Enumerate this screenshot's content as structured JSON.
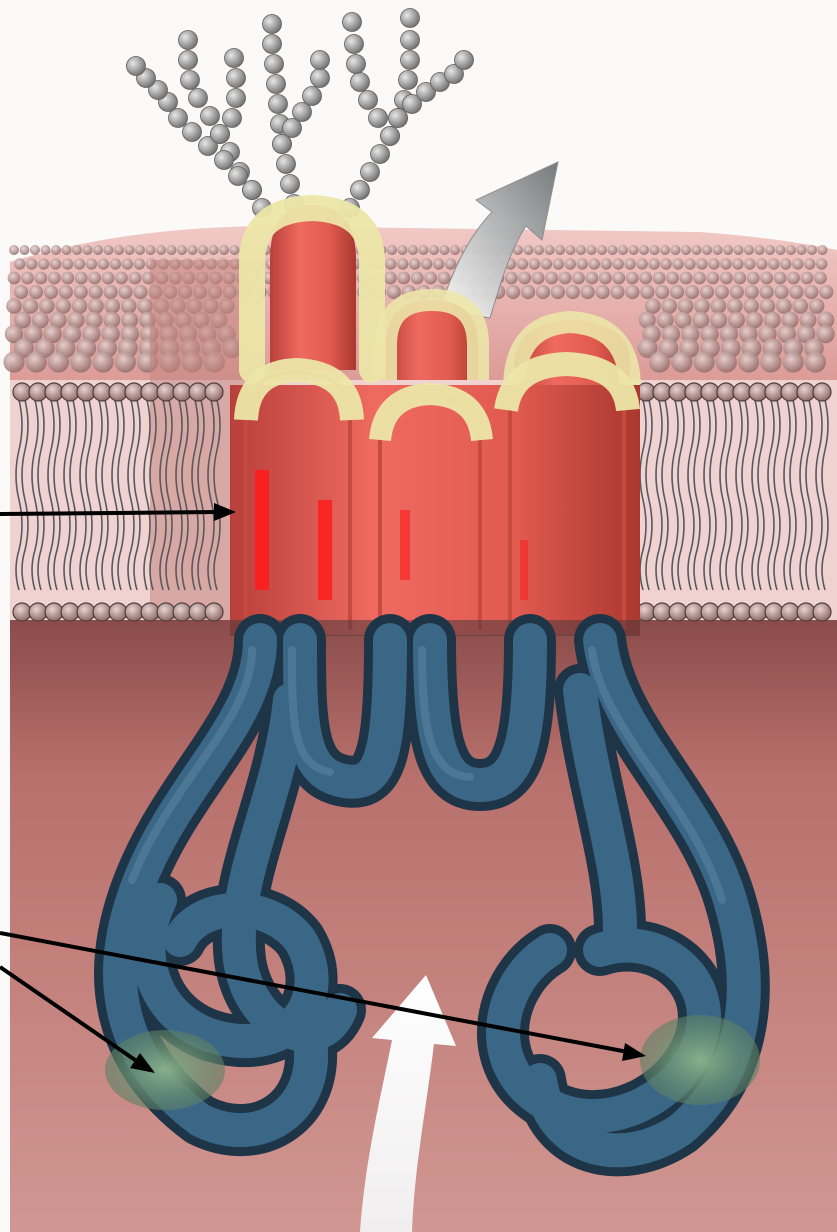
{
  "figure": {
    "colors": {
      "background": "#fbfaf8",
      "cytoplasm": "#c98a84",
      "cytoplasm_dark": "#8f4e4c",
      "membrane_top": "#e8b0ad",
      "lipid_head": "#a77d7a",
      "lipid_tail": "#555a60",
      "transmembrane_helix": "#e0584f",
      "helix_highlight": "#ff1a1a",
      "loop_cap": "#ece6a8",
      "cytoplasmic_domain": "#2f4f68",
      "atp_site": "#6e9a76",
      "glycan": "#9a9a9a",
      "transport_arrow_out": "#808486",
      "transport_arrow_in": "#ffffff",
      "pointer_line": "#000000"
    },
    "parts": [
      "glycan-chain",
      "lipid-bilayer",
      "transmembrane-domain",
      "cytoplasmic-domain",
      "nucleotide-binding-domain",
      "transport-arrow"
    ]
  }
}
